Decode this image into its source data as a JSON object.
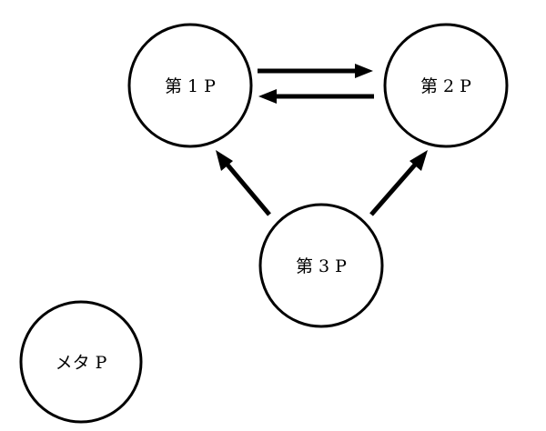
{
  "nodes": {
    "p1": {
      "label": "第 1 P"
    },
    "p2": {
      "label": "第 2 P"
    },
    "p3": {
      "label": "第 3 P"
    },
    "meta": {
      "label": "メタ P"
    }
  },
  "edges": [
    {
      "from": "p1",
      "to": "p2"
    },
    {
      "from": "p2",
      "to": "p1"
    },
    {
      "from": "p3",
      "to": "p1"
    },
    {
      "from": "p3",
      "to": "p2"
    }
  ],
  "colors": {
    "stroke": "#000000",
    "fill": "#ffffff",
    "text": "#000000"
  }
}
